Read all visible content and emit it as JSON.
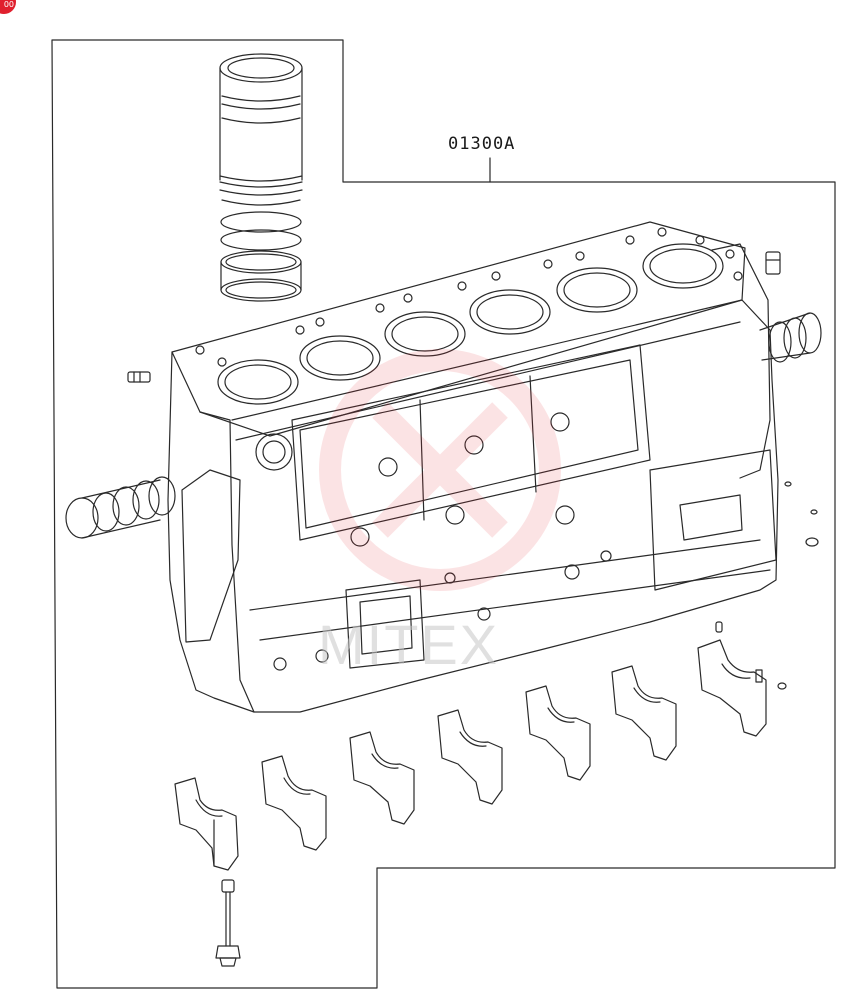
{
  "diagram": {
    "callout_label": "01300A",
    "corner_badge_text": "00"
  },
  "watermark": {
    "text": "MITEX",
    "color": "#e8303a"
  },
  "colors": {
    "line": "#2a2a2a",
    "background": "#ffffff"
  }
}
